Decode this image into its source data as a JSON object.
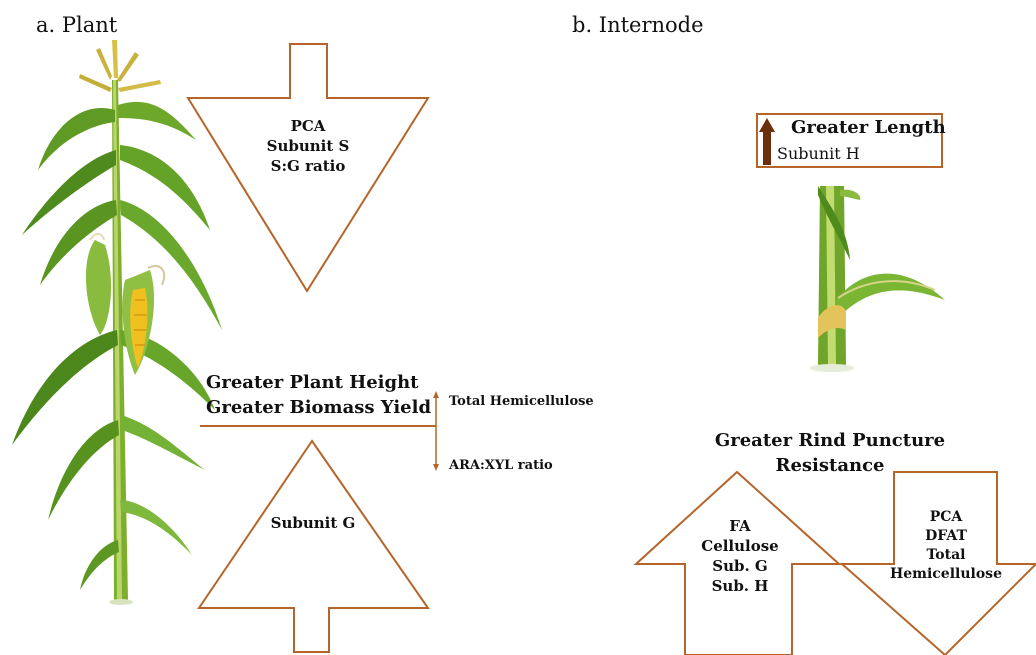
{
  "panel_a": {
    "label": "a. Plant",
    "top_arrow_lines": [
      "PCA",
      "Subunit S",
      "S:G ratio"
    ],
    "height_lines": [
      "Greater Plant Height",
      "Greater Biomass Yield"
    ],
    "hemi_label": "Total Hemicellulose",
    "ara_label": "ARA:XYL ratio",
    "bottom_arrow_label": "Subunit G"
  },
  "panel_b": {
    "label": "b. Internode",
    "length_title": "Greater Length",
    "length_sub": "Subunit H",
    "rind_lines": [
      "Greater Rind Puncture",
      "Resistance"
    ],
    "up_arrow_lines": [
      "FA",
      "Cellulose",
      "Sub. G",
      "Sub. H"
    ],
    "down_arrow_lines": [
      "PCA",
      "DFAT",
      "Total",
      "Hemicellulose"
    ]
  },
  "colors": {
    "arrow_outline": "#b5652a",
    "bar": "#6b2f0e"
  }
}
